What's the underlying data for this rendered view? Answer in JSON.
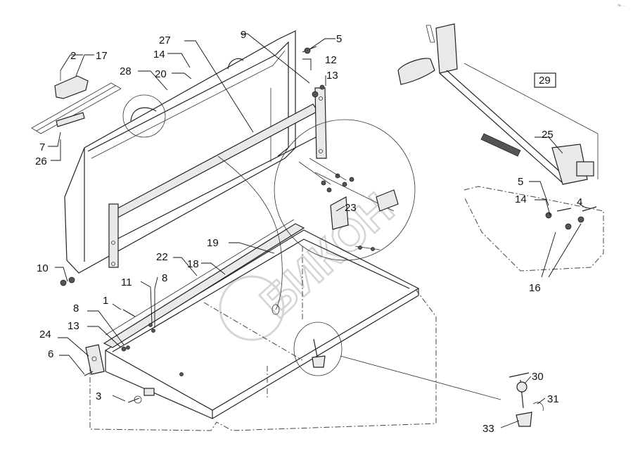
{
  "watermark": {
    "text": "БИКОН"
  },
  "corner_mark": "№ ...",
  "group_box": {
    "label": "29"
  },
  "callouts": [
    {
      "id": "c1",
      "label": "1"
    },
    {
      "id": "c2",
      "label": "2"
    },
    {
      "id": "c3",
      "label": "3"
    },
    {
      "id": "c4",
      "label": "4"
    },
    {
      "id": "c5a",
      "label": "5"
    },
    {
      "id": "c5b",
      "label": "5"
    },
    {
      "id": "c6",
      "label": "6"
    },
    {
      "id": "c7a",
      "label": "7"
    },
    {
      "id": "c7b",
      "label": "7"
    },
    {
      "id": "c8",
      "label": "8"
    },
    {
      "id": "c9",
      "label": "9"
    },
    {
      "id": "c10",
      "label": "10"
    },
    {
      "id": "c11",
      "label": "11"
    },
    {
      "id": "c12a",
      "label": "12"
    },
    {
      "id": "c12b",
      "label": "12"
    },
    {
      "id": "c12c",
      "label": "12"
    },
    {
      "id": "c13",
      "label": "13"
    },
    {
      "id": "c14",
      "label": "14"
    },
    {
      "id": "c16",
      "label": "16"
    },
    {
      "id": "c17",
      "label": "17"
    },
    {
      "id": "c18",
      "label": "18"
    },
    {
      "id": "c19",
      "label": "19"
    },
    {
      "id": "c20",
      "label": "20"
    },
    {
      "id": "c22",
      "label": "22"
    },
    {
      "id": "c23",
      "label": "23"
    },
    {
      "id": "c24",
      "label": "24"
    },
    {
      "id": "c25",
      "label": "25"
    },
    {
      "id": "c26",
      "label": "26"
    },
    {
      "id": "c27",
      "label": "27"
    },
    {
      "id": "c28",
      "label": "28"
    },
    {
      "id": "c30",
      "label": "30"
    },
    {
      "id": "c31",
      "label": "31"
    },
    {
      "id": "c33",
      "label": "33"
    }
  ]
}
